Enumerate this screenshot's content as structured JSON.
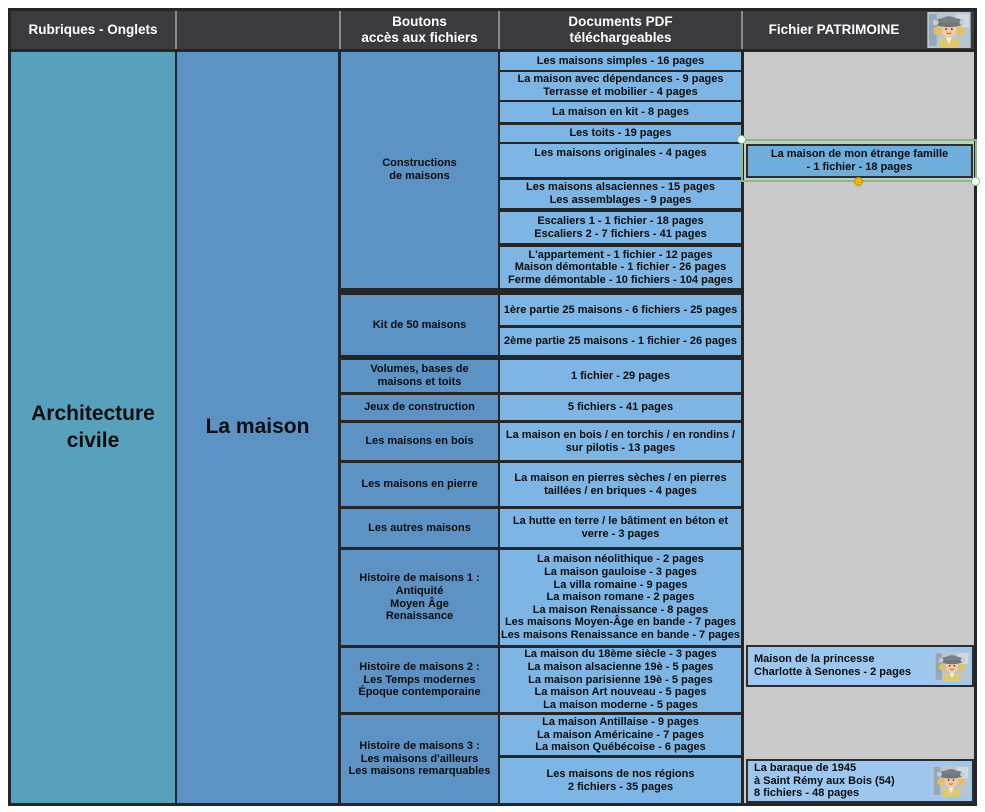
{
  "header": {
    "rubriques": "Rubriques - Onglets",
    "spacer": "",
    "boutons": "Boutons\naccès aux fichiers",
    "documents": "Documents PDF\ntéléchargeables",
    "patrimoine": "Fichier PATRIMOINE",
    "patrimoine_image": "costumed-figure-thumbnail"
  },
  "rubrique": "Architecture\ncivile",
  "onglet": "La maison",
  "categories": [
    "Constructions\nde maisons",
    "Kit de 50 maisons",
    "Volumes, bases de\nmaisons et toits",
    "Jeux de construction",
    "Les maisons en bois",
    "Les maisons en pierre",
    "Les autres maisons",
    "Histoire de maisons 1 :\nAntiquité\nMoyen Âge\nRenaissance",
    "Histoire de maisons 2 :\nLes Temps modernes\nÉpoque contemporaine",
    "Histoire de maisons 3 :\nLes maisons d'ailleurs\nLes maisons remarquables"
  ],
  "pdf_cells": [
    "Les maisons simples - 16 pages",
    "La maison avec dépendances - 9 pages\nTerrasse et mobilier - 4 pages",
    "La maison en kit - 8 pages",
    "Les toits - 19 pages",
    "Les maisons originales - 4 pages",
    "Les maisons alsaciennes - 15 pages\nLes assemblages - 9 pages",
    "Escaliers 1 - 1 fichier - 18 pages\nEscaliers 2 - 7 fichiers - 41 pages",
    "L'appartement - 1 fichier - 12 pages\nMaison démontable - 1 fichier - 26 pages\nFerme démontable - 10 fichiers - 104 pages",
    "1ère partie  25 maisons - 6 fichiers - 25 pages",
    "2ème partie 25 maisons -  1 fichier - 26 pages",
    "1 fichier - 29 pages",
    "5 fichiers - 41 pages",
    "La maison en bois / en torchis / en rondins /\nsur pilotis - 13 pages",
    "La maison en pierres sèches / en pierres\ntaillées / en briques - 4 pages",
    "La hutte en terre / le bâtiment en béton et\nverre - 3 pages",
    "La maison néolithique - 2 pages\nLa maison gauloise - 3 pages\nLa villa romaine - 9 pages\nLa maison romane - 2 pages\nLa maison Renaissance - 8 pages\nLes maisons Moyen-Âge en bande - 7 pages\nLes maisons Renaissance en bande - 7 pages",
    "La maison du 18ème siècle - 3 pages\nLa maison alsacienne 19è - 5 pages\nLa maison parisienne 19è - 5 pages\nLa maison Art nouveau - 5 pages\nLa maison moderne - 5 pages",
    "La maison Antillaise -  9 pages\nLa maison Américaine - 7 pages\nLa maison Québécoise - 6 pages",
    "Les maisons de nos régions\n2 fichiers - 35 pages"
  ],
  "patrimoine_cells": [
    "La maison de mon étrange famille\n- 1 fichier - 18 pages",
    "Maison de la princesse\nCharlotte à Senones - 2 pages",
    "La baraque de 1945\nà Saint Rémy aux Bois (54)\n8 fichiers - 48 pages"
  ],
  "selection": {
    "selected_cell_index": 0,
    "handle_count": 3
  },
  "colors": {
    "header_bg": "#3b3b3d",
    "header_text": "#ffffff",
    "rubrique_bg": "#57a1bd",
    "onglet_bg": "#5d92c4",
    "category_bg": "#5d92c4",
    "pdf_cell_bg": "#7db6e4",
    "patrimoine_selected_bg": "#6fadda",
    "patrimoine_cell_bg": "#9cc8f0",
    "patrimoine_col_bg": "#c9c9c9",
    "grid_bg": "#262626",
    "selection_green": "#7ec07d",
    "handle_yellow": "#f2b705",
    "text": "#0d0d0d"
  }
}
